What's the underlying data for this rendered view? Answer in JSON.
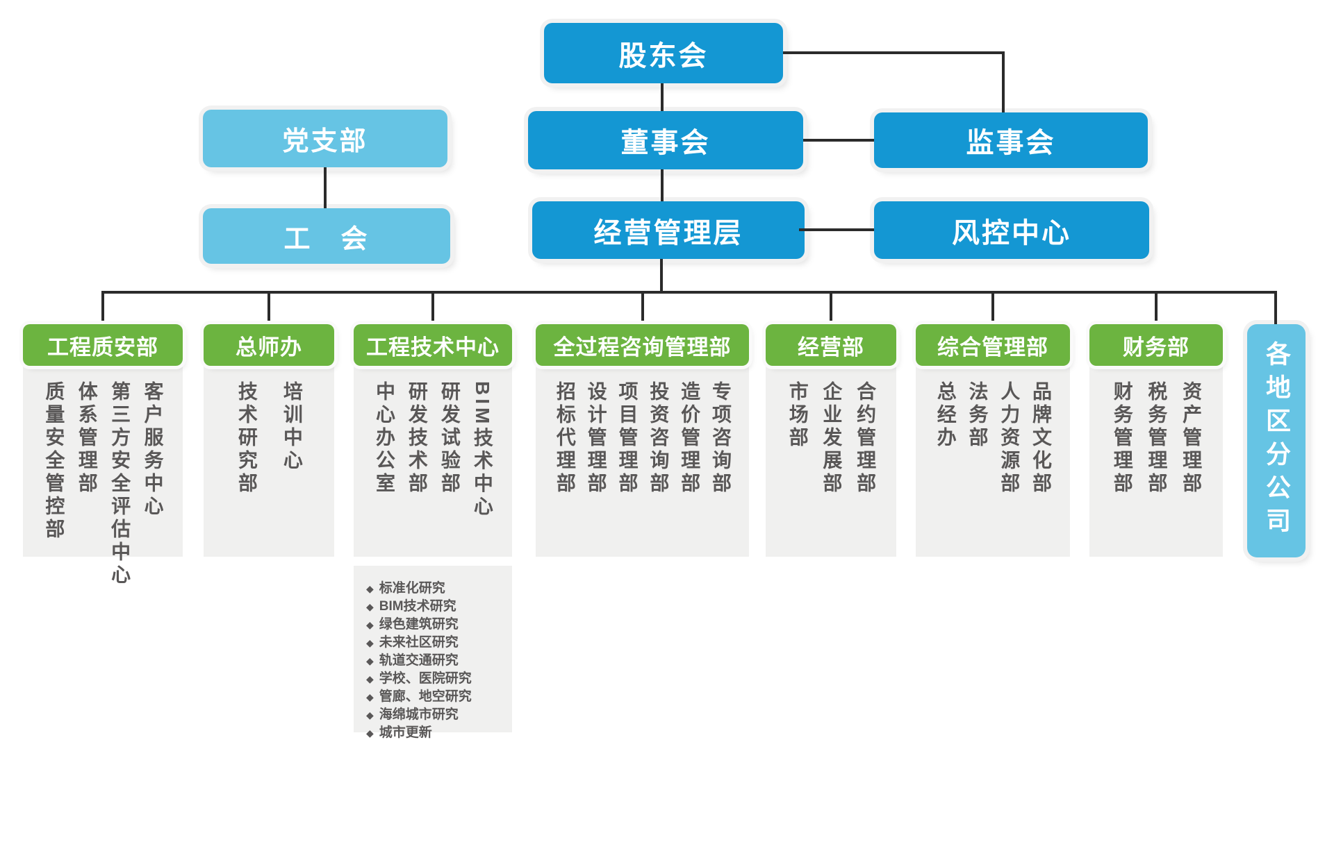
{
  "nodes": {
    "shareholders": "股东会",
    "party_branch": "党支部",
    "labor_union": "工　会",
    "board": "董事会",
    "supervisory": "监事会",
    "management": "经营管理层",
    "risk_center": "风控中心"
  },
  "departments": [
    {
      "label": "工程质安部",
      "items": [
        "质量安全管控部",
        "体系管理部",
        "第三方安全评估中心",
        "客户服务中心"
      ]
    },
    {
      "label": "总师办",
      "items": [
        "技术研究部",
        "培训中心"
      ]
    },
    {
      "label": "工程技术中心",
      "items": [
        "中心办公室",
        "研发技术部",
        "研发试验部",
        "BIM技术中心"
      ],
      "research_bullet": "◆",
      "research": [
        "标准化研究",
        "BIM技术研究",
        "绿色建筑研究",
        "未来社区研究",
        "轨道交通研究",
        "学校、医院研究",
        "管廊、地空研究",
        "海绵城市研究",
        "城市更新"
      ]
    },
    {
      "label": "全过程咨询管理部",
      "items": [
        "招标代理部",
        "设计管理部",
        "项目管理部",
        "投资咨询部",
        "造价管理部",
        "专项咨询部"
      ]
    },
    {
      "label": "经营部",
      "items": [
        "市场部",
        "企业发展部",
        "合约管理部"
      ]
    },
    {
      "label": "综合管理部",
      "items": [
        "总经办",
        "法务部",
        "人力资源部",
        "品牌文化部"
      ]
    },
    {
      "label": "财务部",
      "items": [
        "财务管理部",
        "税务管理部",
        "资产管理部"
      ]
    }
  ],
  "regional_branch": "各地区分公司",
  "colors": {
    "primary_blue": "#1497D3",
    "light_blue": "#66C4E4",
    "green": "#6CB440",
    "panel_gray": "#F0F0EF",
    "item_text": "#595757",
    "line": "#2B2B2B"
  }
}
